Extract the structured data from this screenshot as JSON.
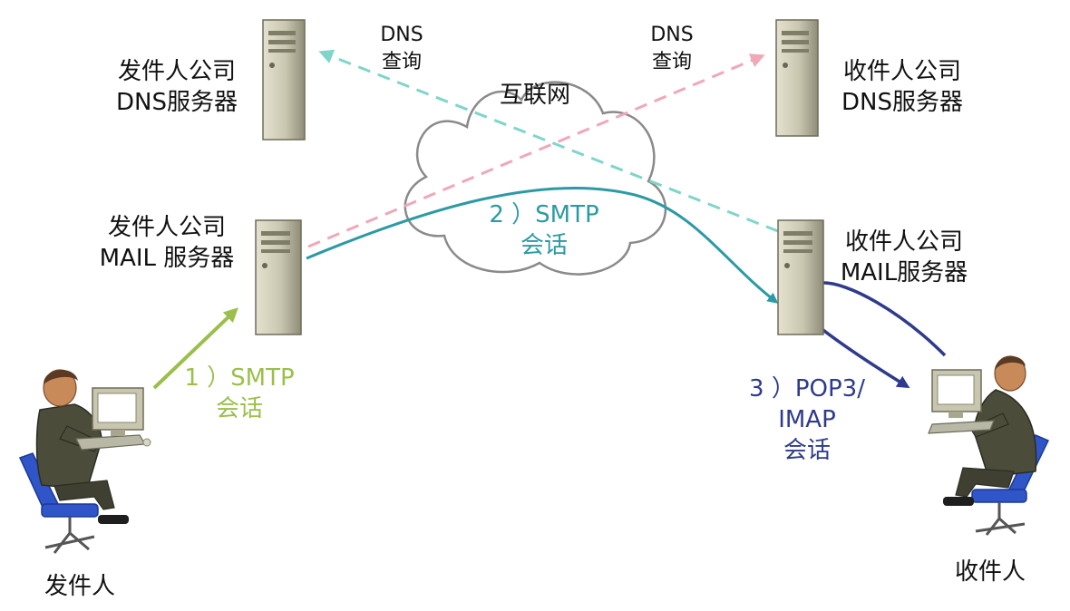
{
  "nodes": {
    "sender_dns": {
      "line1": "发件人公司",
      "line2": "DNS服务器"
    },
    "recipient_dns": {
      "line1": "收件人公司",
      "line2": "DNS服务器"
    },
    "sender_mail": {
      "line1": "发件人公司",
      "line2": "MAIL 服务器"
    },
    "recipient_mail": {
      "line1": "收件人公司",
      "line2": "MAIL服务器"
    },
    "internet": "互联网",
    "sender": "发件人",
    "recipient": "收件人"
  },
  "edges": {
    "dns_query_left": {
      "line1": "DNS",
      "line2": "查询"
    },
    "dns_query_right": {
      "line1": "DNS",
      "line2": "查询"
    },
    "step1": {
      "line1": "1 ）SMTP",
      "line2": "会话"
    },
    "step2": {
      "line1": "2 ）SMTP",
      "line2": "会话"
    },
    "step3": {
      "line1": "3 ）POP3/",
      "line2": "IMAP",
      "line3": "会话"
    }
  },
  "colors": {
    "smtp_session_1": "#9bbf4a",
    "smtp_session_2": "#2c9aa5",
    "pop3_imap": "#2e3b8c",
    "dns_query_sender": "#7fd6c8",
    "dns_query_recipient": "#f0a8b8",
    "server_body": "#c9c6b0"
  },
  "icons": {
    "server": "server-icon",
    "cloud": "cloud-icon",
    "person": "person-at-computer-icon"
  }
}
